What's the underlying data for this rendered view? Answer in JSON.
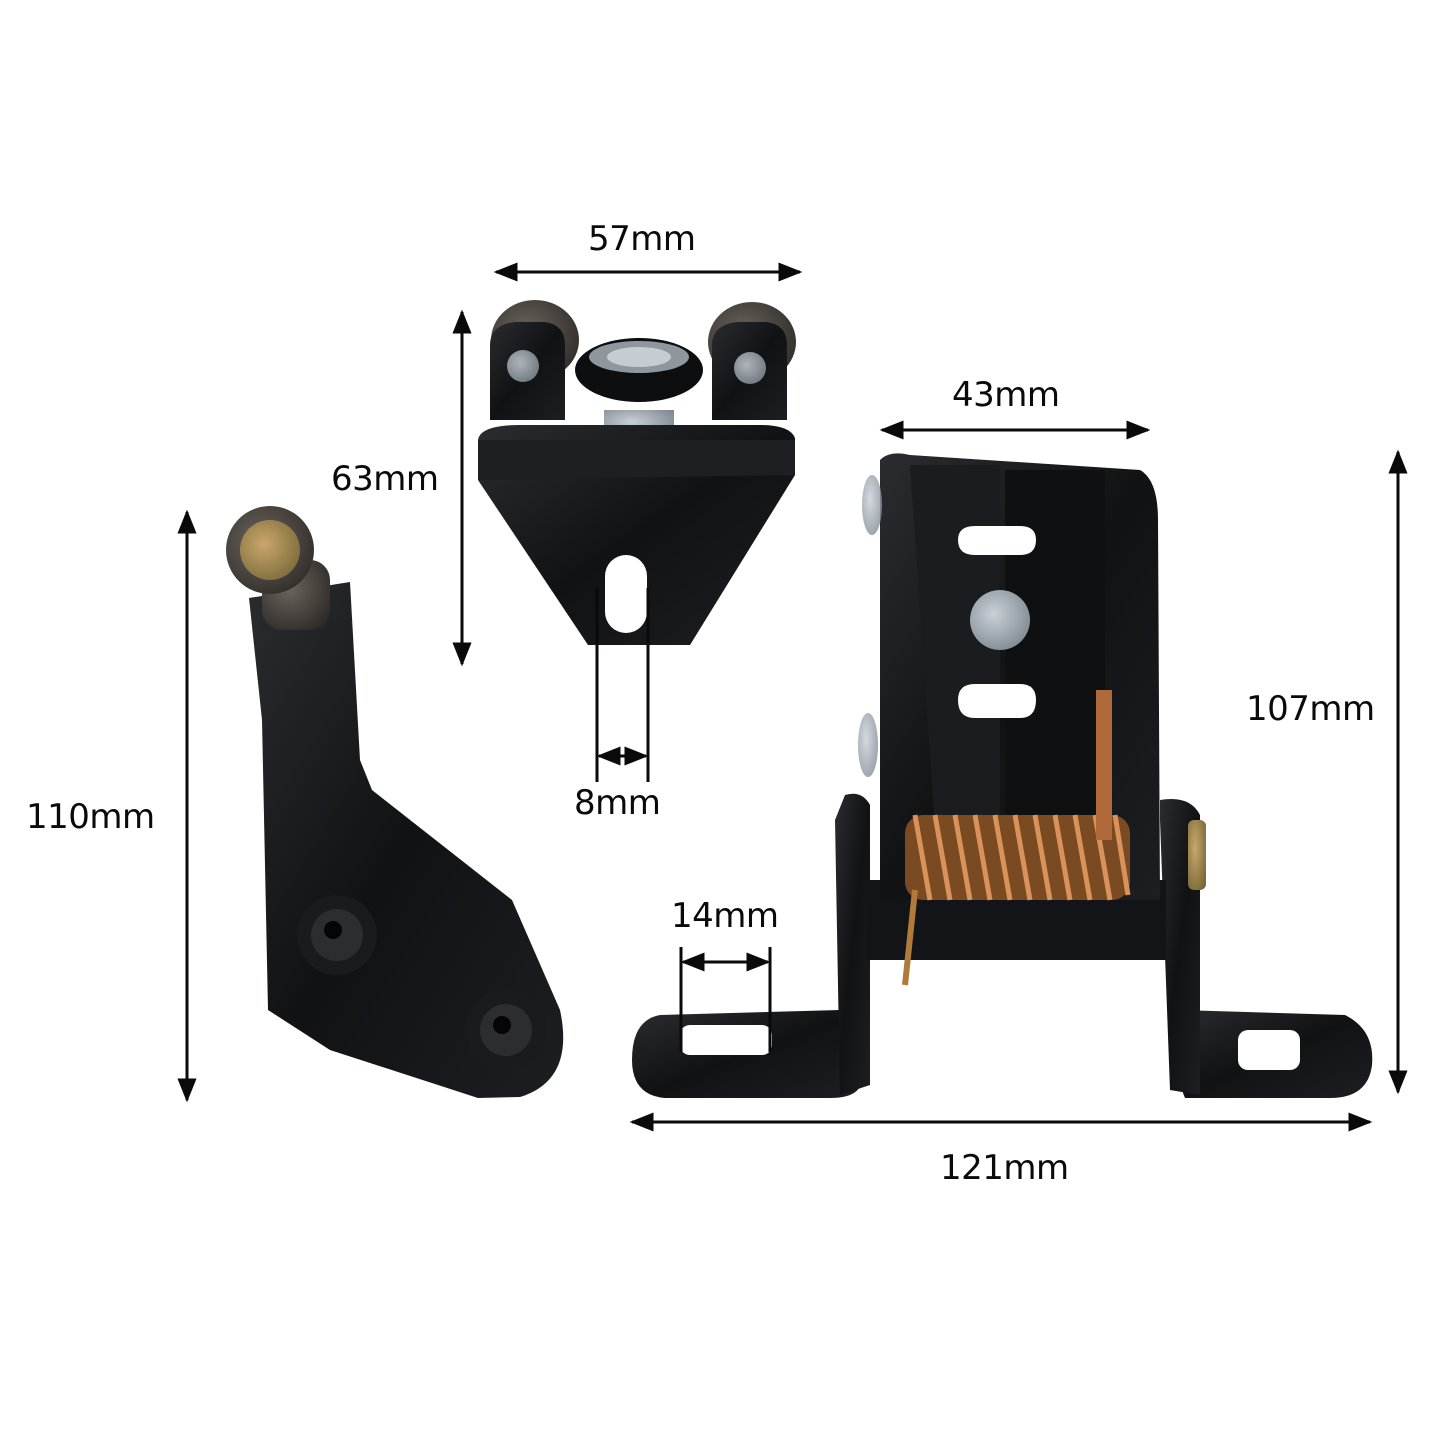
{
  "colors": {
    "background": "#ffffff",
    "metal_black": "#111214",
    "metal_highlight": "#3a3d42",
    "roller_gray": "#4a4540",
    "zinc_bolt": "#a8b0b8",
    "spring_copper": "#c07a3a",
    "dimension_line": "#0a0a0a"
  },
  "parts": [
    {
      "name": "top roller bracket",
      "description": "Three-wheel roller carriage bracket with slotted mount"
    },
    {
      "name": "lower roller arm",
      "description": "Angled arm with single roller and two rivets"
    },
    {
      "name": "hinge bracket",
      "description": "Spring-loaded hinge bracket with two foot tabs"
    }
  ],
  "dimensions": {
    "top_bracket_width": "57mm",
    "top_bracket_height": "63mm",
    "slot_width": "8mm",
    "arm_height": "110mm",
    "hinge_top_width": "43mm",
    "hinge_height": "107mm",
    "foot_hole_width": "14mm",
    "hinge_total_width": "121mm"
  }
}
